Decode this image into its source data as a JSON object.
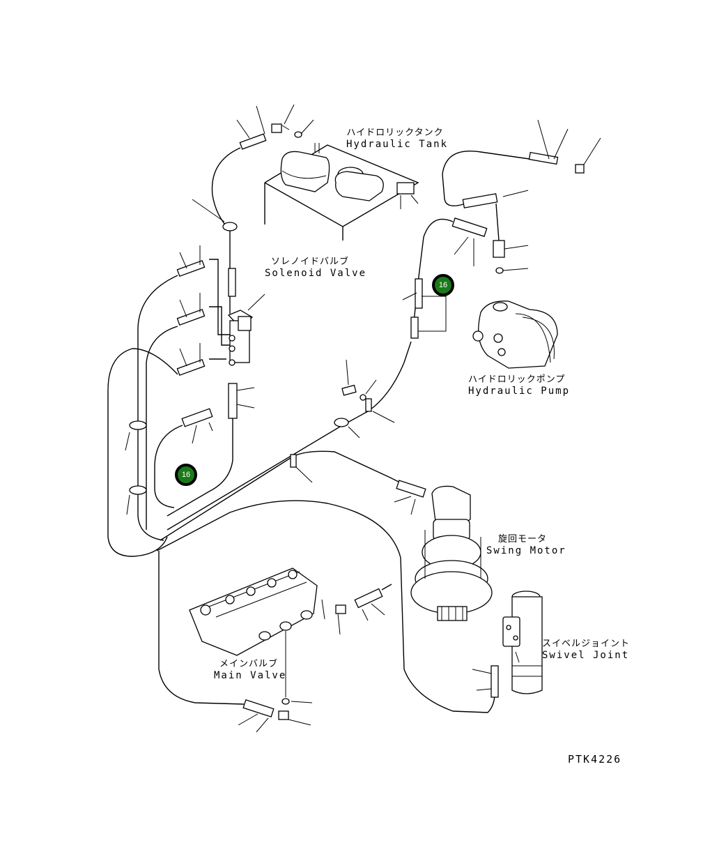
{
  "labels": {
    "hydraulic_tank": {
      "jp": "ハイドロリックタンク",
      "en": "Hydraulic Tank"
    },
    "solenoid_valve": {
      "jp": "ソレノイドバルブ",
      "en": "Solenoid Valve"
    },
    "hydraulic_pump": {
      "jp": "ハイドロリックポンプ",
      "en": "Hydraulic Pump"
    },
    "swing_motor": {
      "jp": "旋回モータ",
      "en": "Swing Motor"
    },
    "swivel_joint": {
      "jp": "スイベルジョイント",
      "en": "Swivel Joint"
    },
    "main_valve": {
      "jp": "メインバルブ",
      "en": "Main Valve"
    }
  },
  "callouts": [
    {
      "number": "16",
      "color": "#1a7a1a"
    },
    {
      "number": "16",
      "color": "#1a7a1a"
    }
  ],
  "drawing_code": "PTK4226"
}
